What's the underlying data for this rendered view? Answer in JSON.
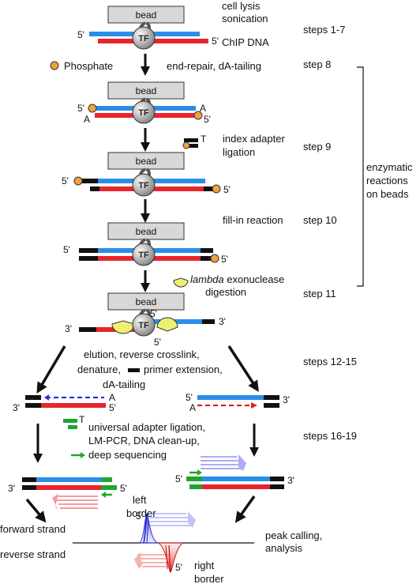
{
  "labels": {
    "bead": "bead",
    "tf": "TF",
    "five_prime": "5'",
    "three_prime": "3'",
    "a_base": "A",
    "t_base": "T",
    "phosphate": "Phosphate",
    "lambda": "lambda",
    "exonuclease": " exonuclease",
    "digestion": "digestion"
  },
  "process": {
    "cell_lysis": "cell lysis",
    "sonication": "sonication",
    "chip_dna": "ChIP DNA",
    "end_repair": "end-repair, dA-tailing",
    "index_adapter": "index adapter",
    "ligation": "ligation",
    "fill_in": "fill-in reaction",
    "elution": "elution, reverse crosslink,",
    "denature": "denature,",
    "primer_extension": "primer extension,",
    "da_tailing": "dA-tailing",
    "universal_adapter": "universal adapter ligation,",
    "lm_pcr": "LM-PCR, DNA clean-up,",
    "deep_seq": "deep sequencing",
    "forward_strand": "forward strand",
    "reverse_strand": "reverse strand",
    "left": "left",
    "border": "border",
    "right": "right",
    "peak_calling": "peak calling,",
    "analysis": "analysis"
  },
  "steps": {
    "s1": "steps 1-7",
    "s8": "step 8",
    "s9": "step 9",
    "s10": "step 10",
    "s11": "step 11",
    "s12": "steps 12-15",
    "s16": "steps 16-19"
  },
  "bracket": {
    "line1": "enzymatic",
    "line2": "reactions",
    "line3": "on beads"
  },
  "colors": {
    "blue": "#2a8ee8",
    "red": "#e8242c",
    "black": "#111111",
    "green": "#1fa52f",
    "orange": "#f0a040",
    "yellow": "#eef070",
    "bead_fill": "#d8d8d8"
  }
}
